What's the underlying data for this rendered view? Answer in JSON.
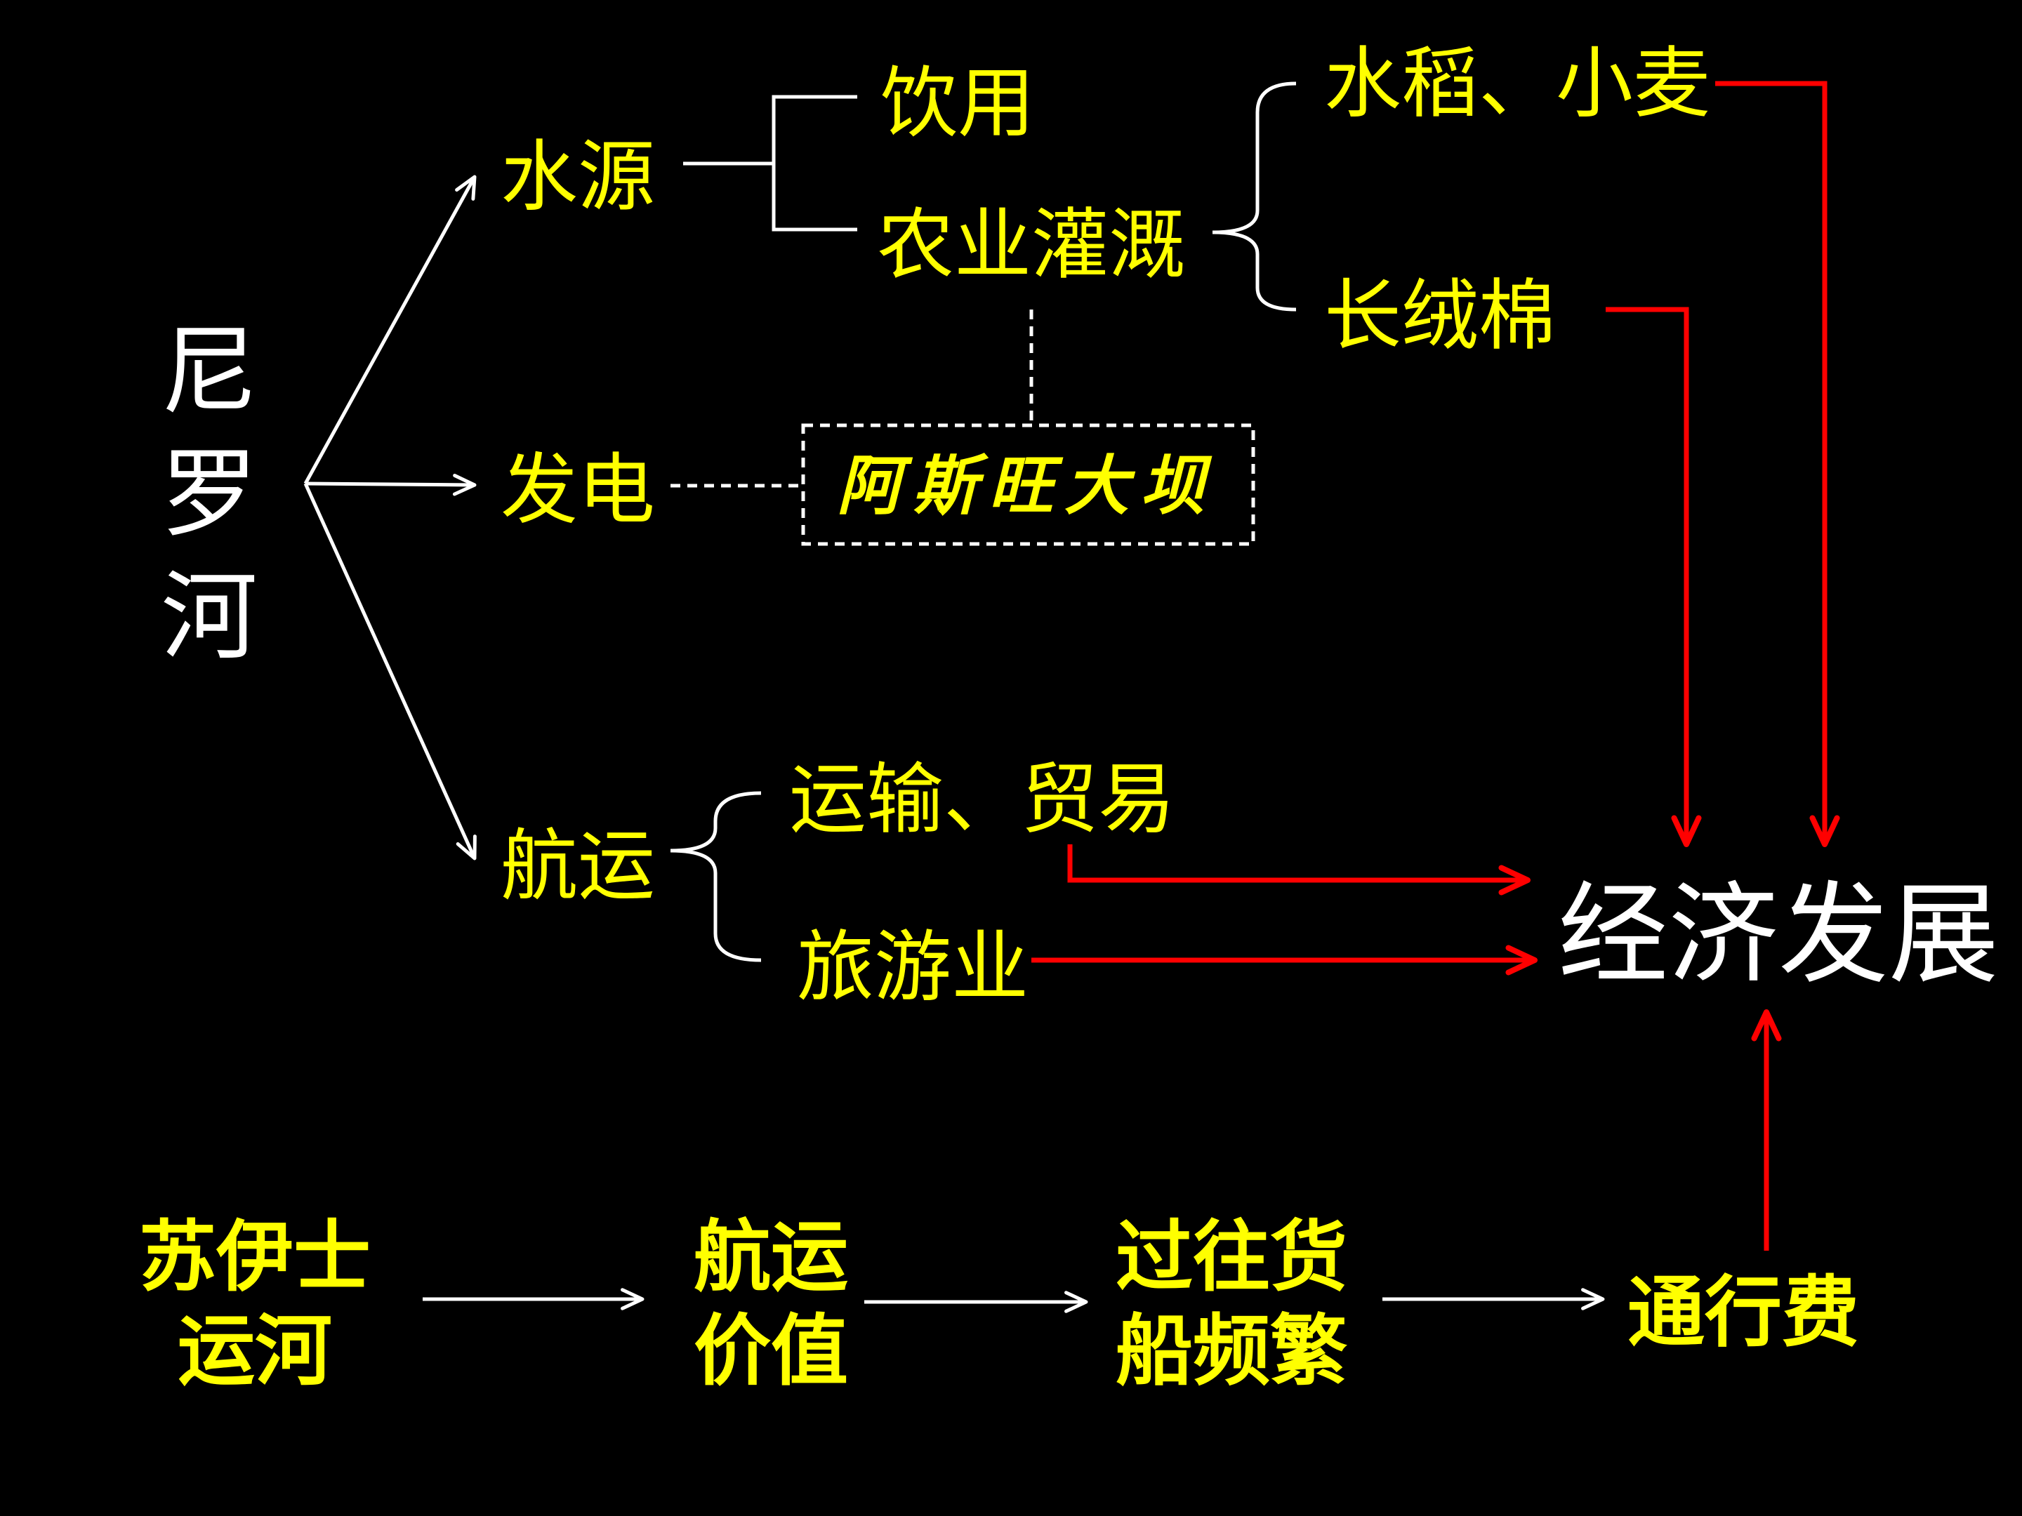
{
  "colors": {
    "background": "#000000",
    "label": "#FFFF00",
    "main": "#FFFFFF",
    "flow": "#FF0000"
  },
  "nile": {
    "title": "尼罗河",
    "water_source": {
      "label": "水源",
      "drinking": "饮用",
      "irrigation": "农业灌溉",
      "rice_wheat": "水稻、小麦",
      "cotton": "长绒棉"
    },
    "power": {
      "label": "发电",
      "dam": "阿斯旺大坝"
    },
    "shipping": {
      "label": "航运",
      "transport_trade": "运输、贸易",
      "tourism": "旅游业"
    }
  },
  "outcome": "经济发展",
  "suez": {
    "name_lines": [
      "苏伊士",
      "运河"
    ],
    "value_lines": [
      "航运",
      "价值"
    ],
    "traffic_lines": [
      "过往货",
      "船频繁"
    ],
    "toll": "通行费"
  }
}
